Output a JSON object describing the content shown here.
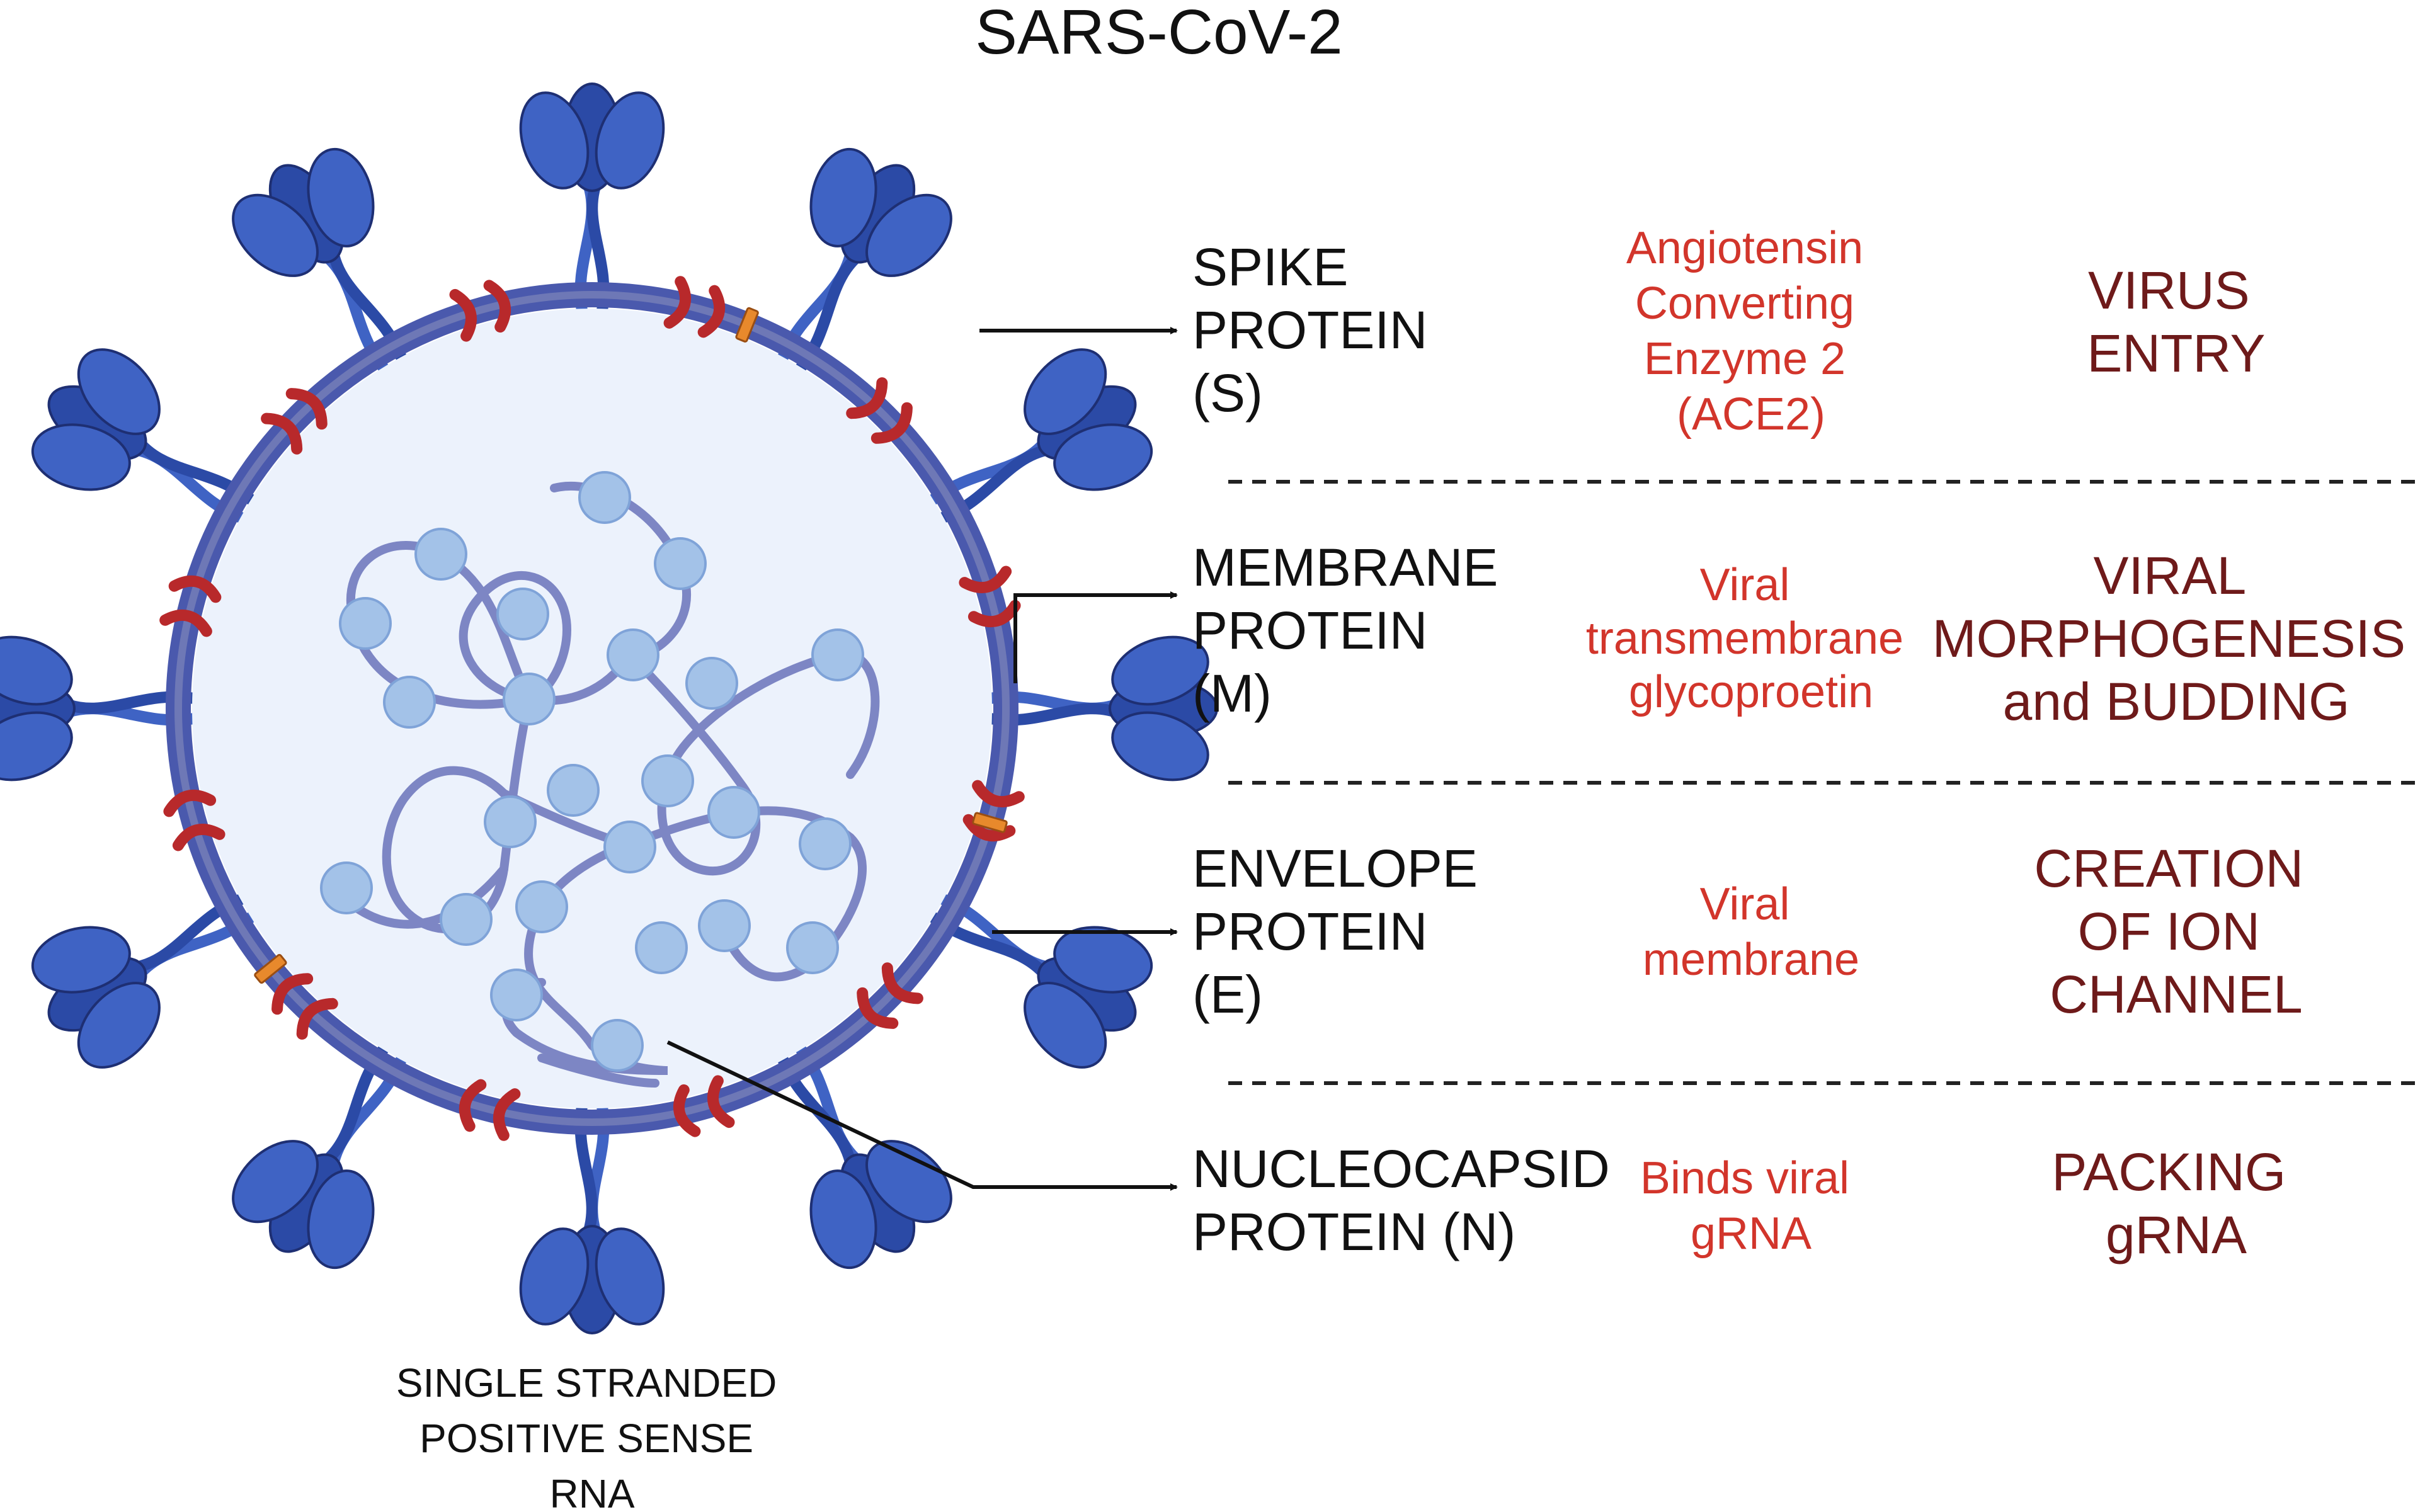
{
  "title": "SARS-CoV-2",
  "rna_label": [
    "SINGLE STRANDED",
    "POSITIVE SENSE",
    "RNA"
  ],
  "colors": {
    "spike": "#3f63c4",
    "spike_dark": "#2b4aa6",
    "membrane_ring": "#4a59ad",
    "membrane_inner": "#6e78b6",
    "m_protein": "#b8292b",
    "e_protein": "#e8892c",
    "interior": "#ecf2fc",
    "rna_strand": "#7d86c4",
    "rna_bead": "#a3c2e8",
    "target_text": "#d2352b",
    "role_text": "#6e1a1a"
  },
  "rows": [
    {
      "protein": [
        "SPIKE",
        "PROTEIN",
        "(S)"
      ],
      "target": [
        "Angiotensin",
        "Converting",
        "Enzyme 2",
        "(ACE2)"
      ],
      "role": [
        "VIRUS",
        "ENTRY"
      ]
    },
    {
      "protein": [
        "MEMBRANE",
        "PROTEIN",
        "(M)"
      ],
      "target": [
        "Viral",
        "transmembrane",
        "glycoproetin"
      ],
      "role": [
        "VIRAL",
        "MORPHOGENESIS",
        "and BUDDING"
      ]
    },
    {
      "protein": [
        "ENVELOPE",
        "PROTEIN",
        "(E)"
      ],
      "target": [
        "Viral",
        "membrane"
      ],
      "role": [
        "CREATION",
        "OF ION",
        "CHANNEL"
      ]
    },
    {
      "protein": [
        "NUCLEOCAPSID",
        "PROTEIN (N)"
      ],
      "target": [
        "Binds viral",
        "gRNA"
      ],
      "role": [
        "PACKING",
        "gRNA"
      ]
    }
  ]
}
